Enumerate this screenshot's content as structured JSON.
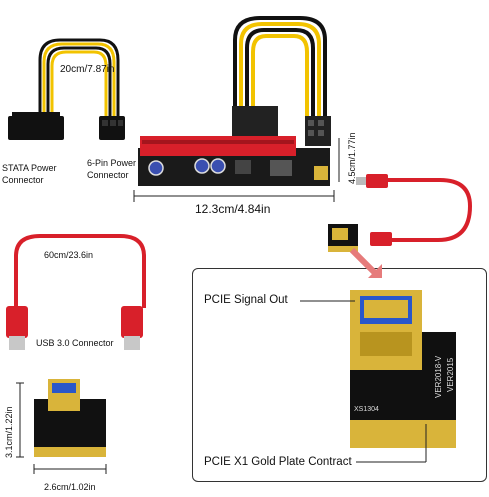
{
  "labels": {
    "sata_cable_length": "20cm/7.87in",
    "sata_power_connector": [
      "STATA Power",
      "Connector"
    ],
    "six_pin_connector": [
      "6-Pin Power",
      "Connector"
    ],
    "board_height": "4.5cm/1.77in",
    "board_length": "12.3cm/4.84in",
    "usb_cable_length": "60cm/23.6in",
    "usb_connector": "USB 3.0 Connector",
    "card_height": "3.1cm/1.22in",
    "card_width": "2.6cm/1.02in"
  },
  "inset": {
    "signal_out": "PCIE Signal Out",
    "gold_contract": "PCIE X1 Gold Plate Contract",
    "pcb_codes": [
      "VER2018-V",
      "VER2015"
    ],
    "pcb_serial": "XS1304"
  },
  "colors": {
    "red": "#d8202a",
    "yellow": "#f2c300",
    "pcb": "#101010",
    "gold": "#d9b43a",
    "usb_blue": "#2a57c9"
  }
}
